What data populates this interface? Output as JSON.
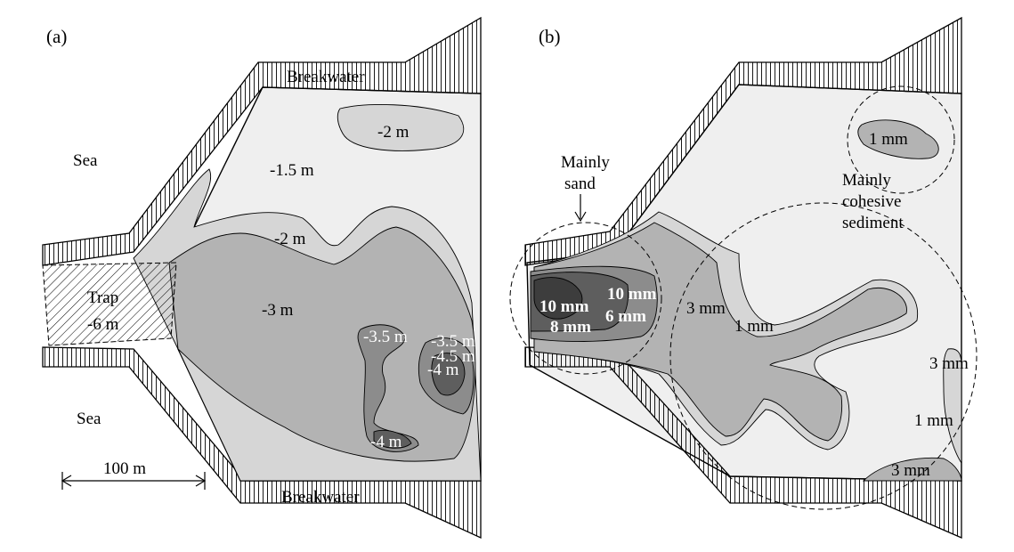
{
  "panel_a": {
    "label": "(a)",
    "breakwater_top": "Breakwater",
    "breakwater_bottom": "Breakwater",
    "sea_top": "Sea",
    "sea_bottom": "Sea",
    "trap_name": "Trap",
    "trap_depth": "-6 m",
    "scale": "100 m",
    "depth_labels": {
      "d_2m_top": "-2 m",
      "d_1_5m": "-1.5 m",
      "d_2m_mid": "-2 m",
      "d_3m": "-3 m",
      "d_3_5m_left": "-3.5 m",
      "d_3_5m_right": "-3.5 m",
      "d_4_5m": "-4.5 m",
      "d_4m_right": "-4 m",
      "d_4m_bottom": "-4 m"
    }
  },
  "panel_b": {
    "label": "(b)",
    "mainly_sand": [
      "Mainly",
      "sand"
    ],
    "mainly_cohesive": [
      "Mainly",
      "cohesive",
      "sediment"
    ],
    "size_labels": {
      "s_1mm_top": "1 mm",
      "s_10mm_left": "10 mm",
      "s_10mm_right": "10 mm",
      "s_8mm": "8 mm",
      "s_6mm": "6 mm",
      "s_3mm_mid": "3 mm",
      "s_1mm_mid": "1 mm",
      "s_3mm_right": "3 mm",
      "s_1mm_right": "1 mm",
      "s_3mm_bottom": "3 mm"
    }
  },
  "colors": {
    "shade_1": "#efefef",
    "shade_2": "#d6d6d6",
    "shade_3": "#b3b3b3",
    "shade_4": "#8c8c8c",
    "shade_5": "#5e5e5e"
  }
}
